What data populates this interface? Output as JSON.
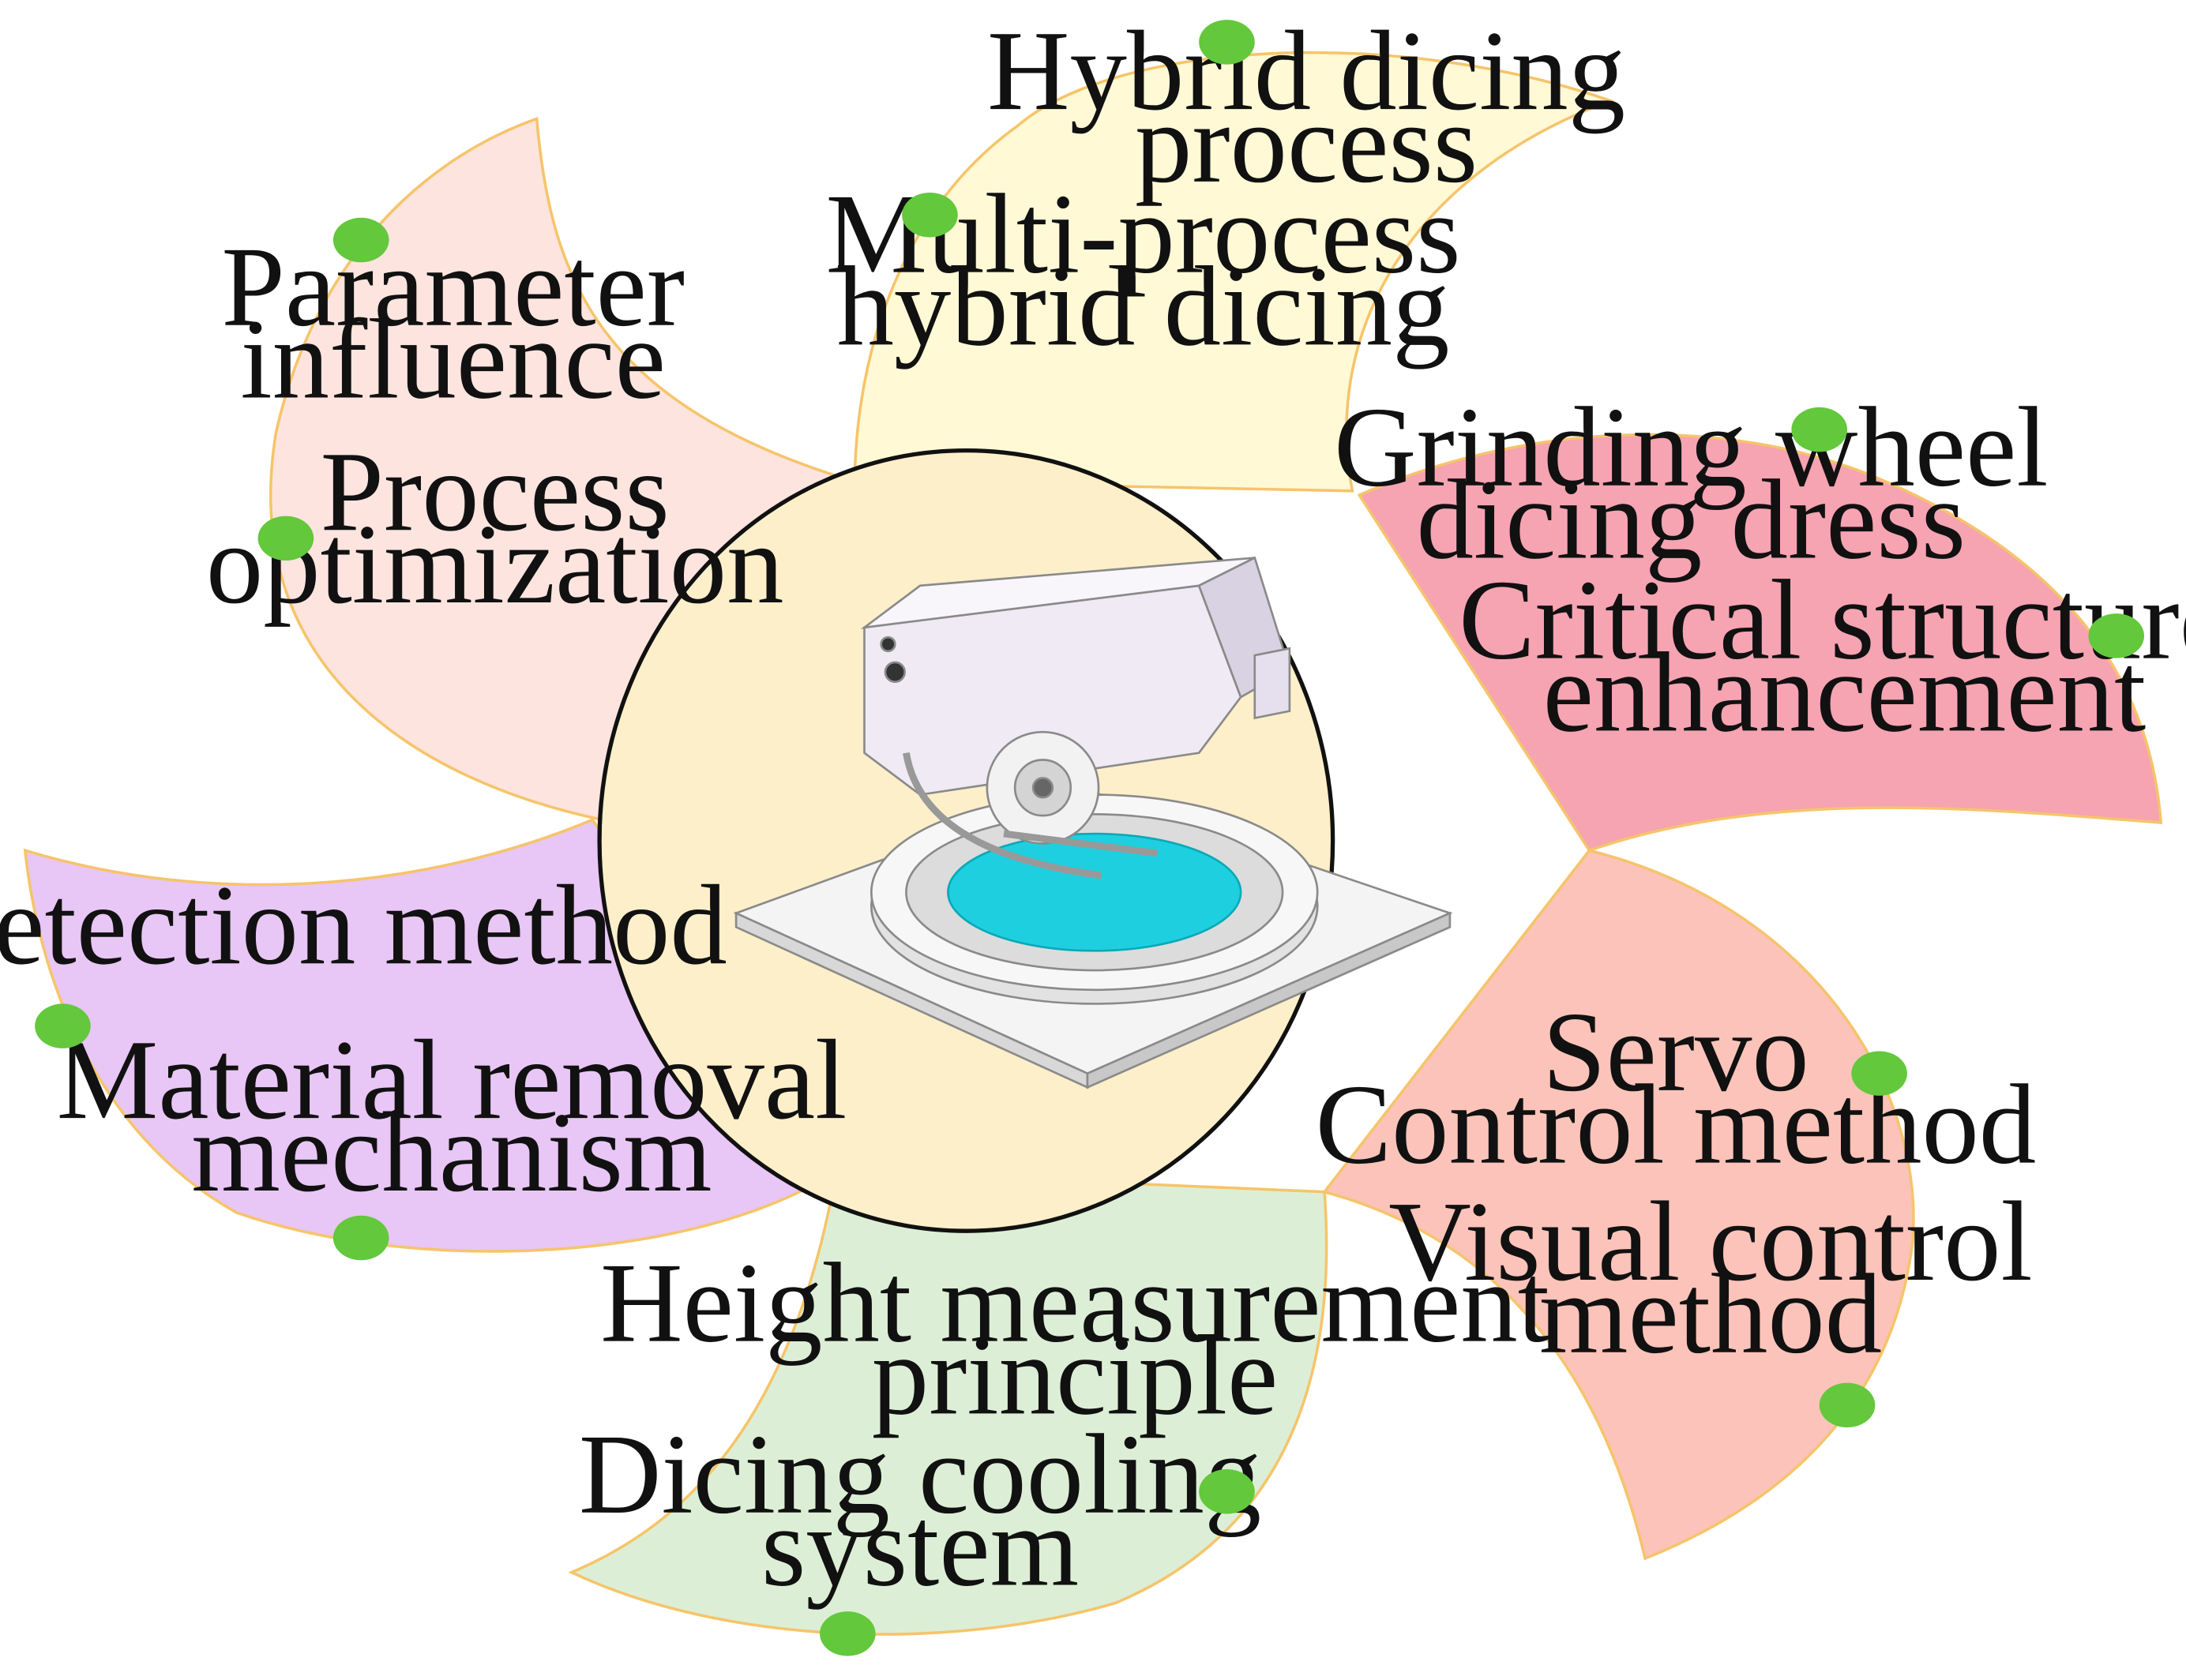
{
  "diagram": {
    "center_image": "dicing-machine-illustration",
    "petals": [
      {
        "id": "parameter",
        "color": "#fde4df",
        "labels": [
          [
            "Parameter",
            "influence"
          ],
          [
            "Process",
            "optimization"
          ]
        ]
      },
      {
        "id": "hybrid",
        "color": "#fff9d6",
        "labels": [
          [
            "Hybrid dicing",
            "process"
          ],
          [
            "Multi-process",
            "hybrid dicing"
          ]
        ]
      },
      {
        "id": "grinding",
        "color": "#f6a3b2",
        "labels": [
          [
            "Grinding wheel",
            "dicing dress"
          ],
          [
            "Critical structure",
            "enhancement"
          ]
        ]
      },
      {
        "id": "servo",
        "color": "#fbc3b9",
        "labels": [
          [
            "Servo",
            "Control method"
          ],
          [
            "Visual control",
            "method"
          ]
        ]
      },
      {
        "id": "height",
        "color": "#dcefd6",
        "labels": [
          [
            "Height measurement",
            "principle"
          ],
          [
            "Dicing cooling",
            "system"
          ]
        ]
      },
      {
        "id": "detection",
        "color": "#e8c6f5",
        "labels": [
          [
            "Detection method"
          ],
          [
            "Material removal",
            "mechanism"
          ]
        ]
      }
    ],
    "colors": {
      "petal_border": "#f6c46a",
      "center_fill": "#fdefc9",
      "center_border": "#111111",
      "dot": "#63c83c",
      "wafer": "#1ecfe0"
    }
  }
}
